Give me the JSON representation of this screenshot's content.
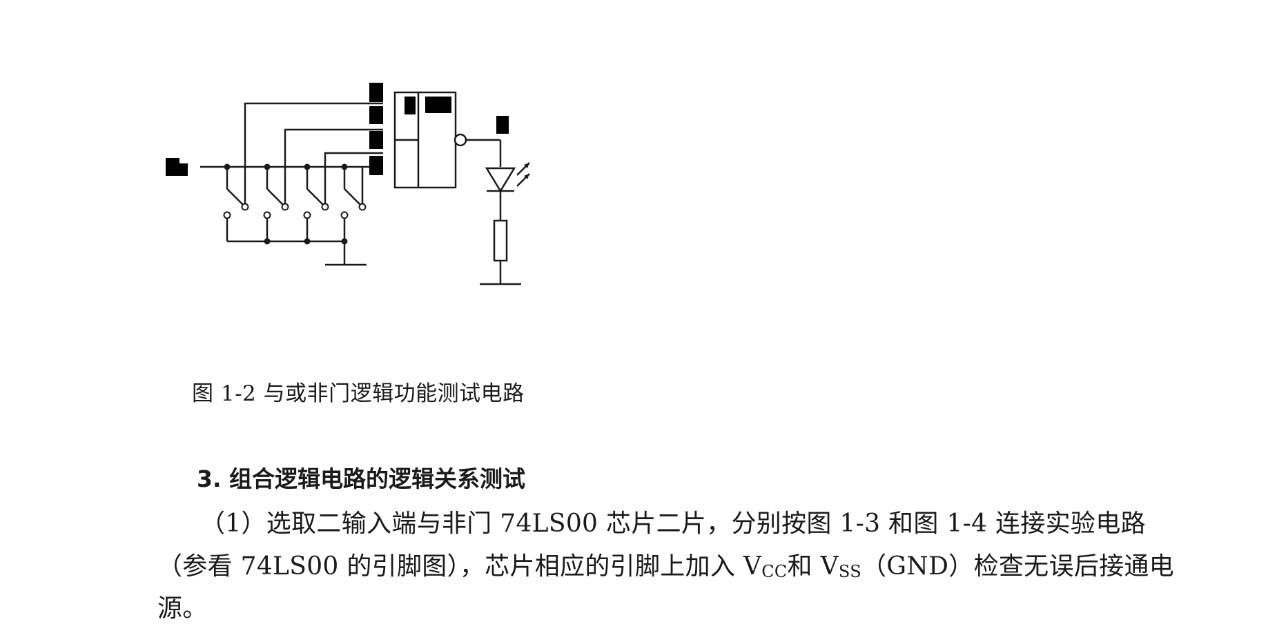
{
  "figure": {
    "caption": "图 1-2  与或非门逻辑功能测试电路",
    "colors": {
      "line": "#1a1a1a",
      "fill": "#000000",
      "background": "#ffffff"
    }
  },
  "section": {
    "heading": "3. 组合逻辑电路的逻辑关系测试",
    "paragraph": {
      "line1": "（1）选取二输入端与非门 74LS00 芯片二片，分别按图 1-3 和图 1-4 连接实验电路",
      "line2_pre": "（参看 74LS00 的引脚图），芯片相应的引脚上加入 V",
      "vcc_sub": "CC",
      "line2_mid": "和 V",
      "vss_sub": "SS",
      "line2_post": "（GND）检查无误后接通电",
      "line3": "源。"
    }
  }
}
